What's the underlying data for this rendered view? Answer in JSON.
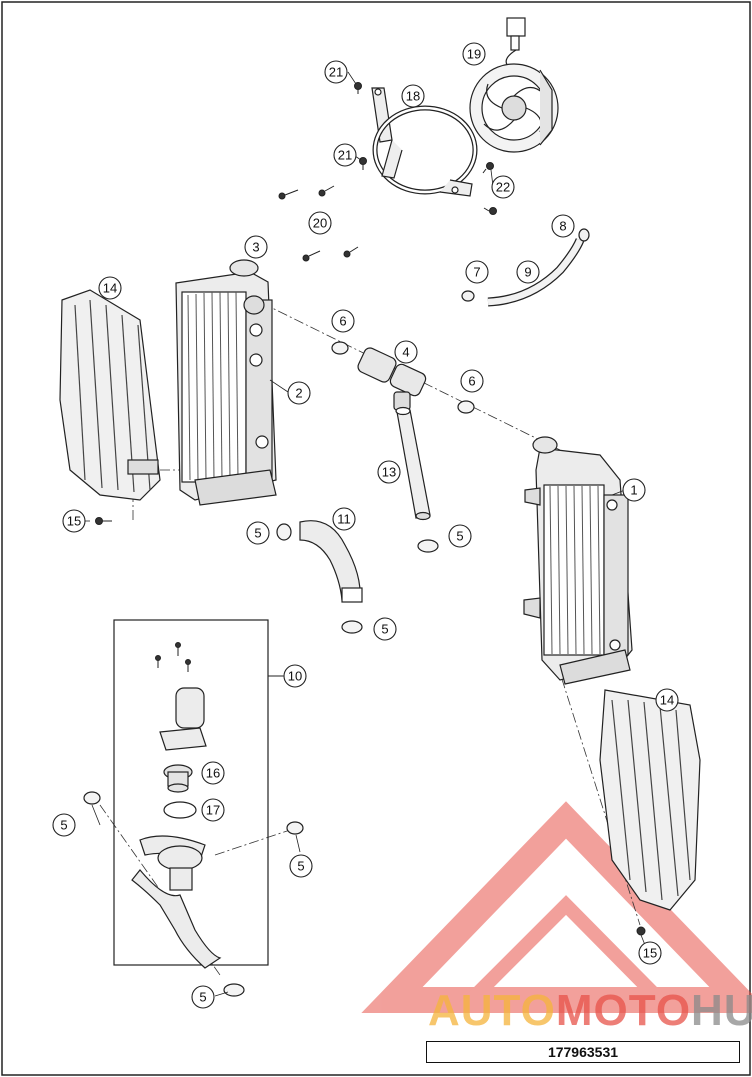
{
  "drawing": {
    "part_number": "177963531",
    "kit_label": "10"
  },
  "callouts": [
    {
      "id": "c21a",
      "label": "21"
    },
    {
      "id": "c18",
      "label": "18"
    },
    {
      "id": "c19",
      "label": "19"
    },
    {
      "id": "c21b",
      "label": "21"
    },
    {
      "id": "c22",
      "label": "22"
    },
    {
      "id": "c20",
      "label": "20"
    },
    {
      "id": "c8",
      "label": "8"
    },
    {
      "id": "c3",
      "label": "3"
    },
    {
      "id": "c7",
      "label": "7"
    },
    {
      "id": "c9",
      "label": "9"
    },
    {
      "id": "c14a",
      "label": "14"
    },
    {
      "id": "c6a",
      "label": "6"
    },
    {
      "id": "c4",
      "label": "4"
    },
    {
      "id": "c2",
      "label": "2"
    },
    {
      "id": "c6b",
      "label": "6"
    },
    {
      "id": "c13",
      "label": "13"
    },
    {
      "id": "c1",
      "label": "1"
    },
    {
      "id": "c15a",
      "label": "15"
    },
    {
      "id": "c11",
      "label": "11"
    },
    {
      "id": "c5a",
      "label": "5"
    },
    {
      "id": "c5b",
      "label": "5"
    },
    {
      "id": "c5c",
      "label": "5"
    },
    {
      "id": "c10",
      "label": "10"
    },
    {
      "id": "c14b",
      "label": "14"
    },
    {
      "id": "c16",
      "label": "16"
    },
    {
      "id": "c17",
      "label": "17"
    },
    {
      "id": "c5d",
      "label": "5"
    },
    {
      "id": "c5e",
      "label": "5"
    },
    {
      "id": "c15b",
      "label": "15"
    },
    {
      "id": "c5f",
      "label": "5"
    }
  ],
  "watermark": {
    "text": "AUTOMOTOHUB",
    "colors": {
      "auto": "#f5b43c",
      "moto": "#e8534a",
      "hub": "#8a8a8a",
      "triangle": "#e8534a"
    }
  }
}
